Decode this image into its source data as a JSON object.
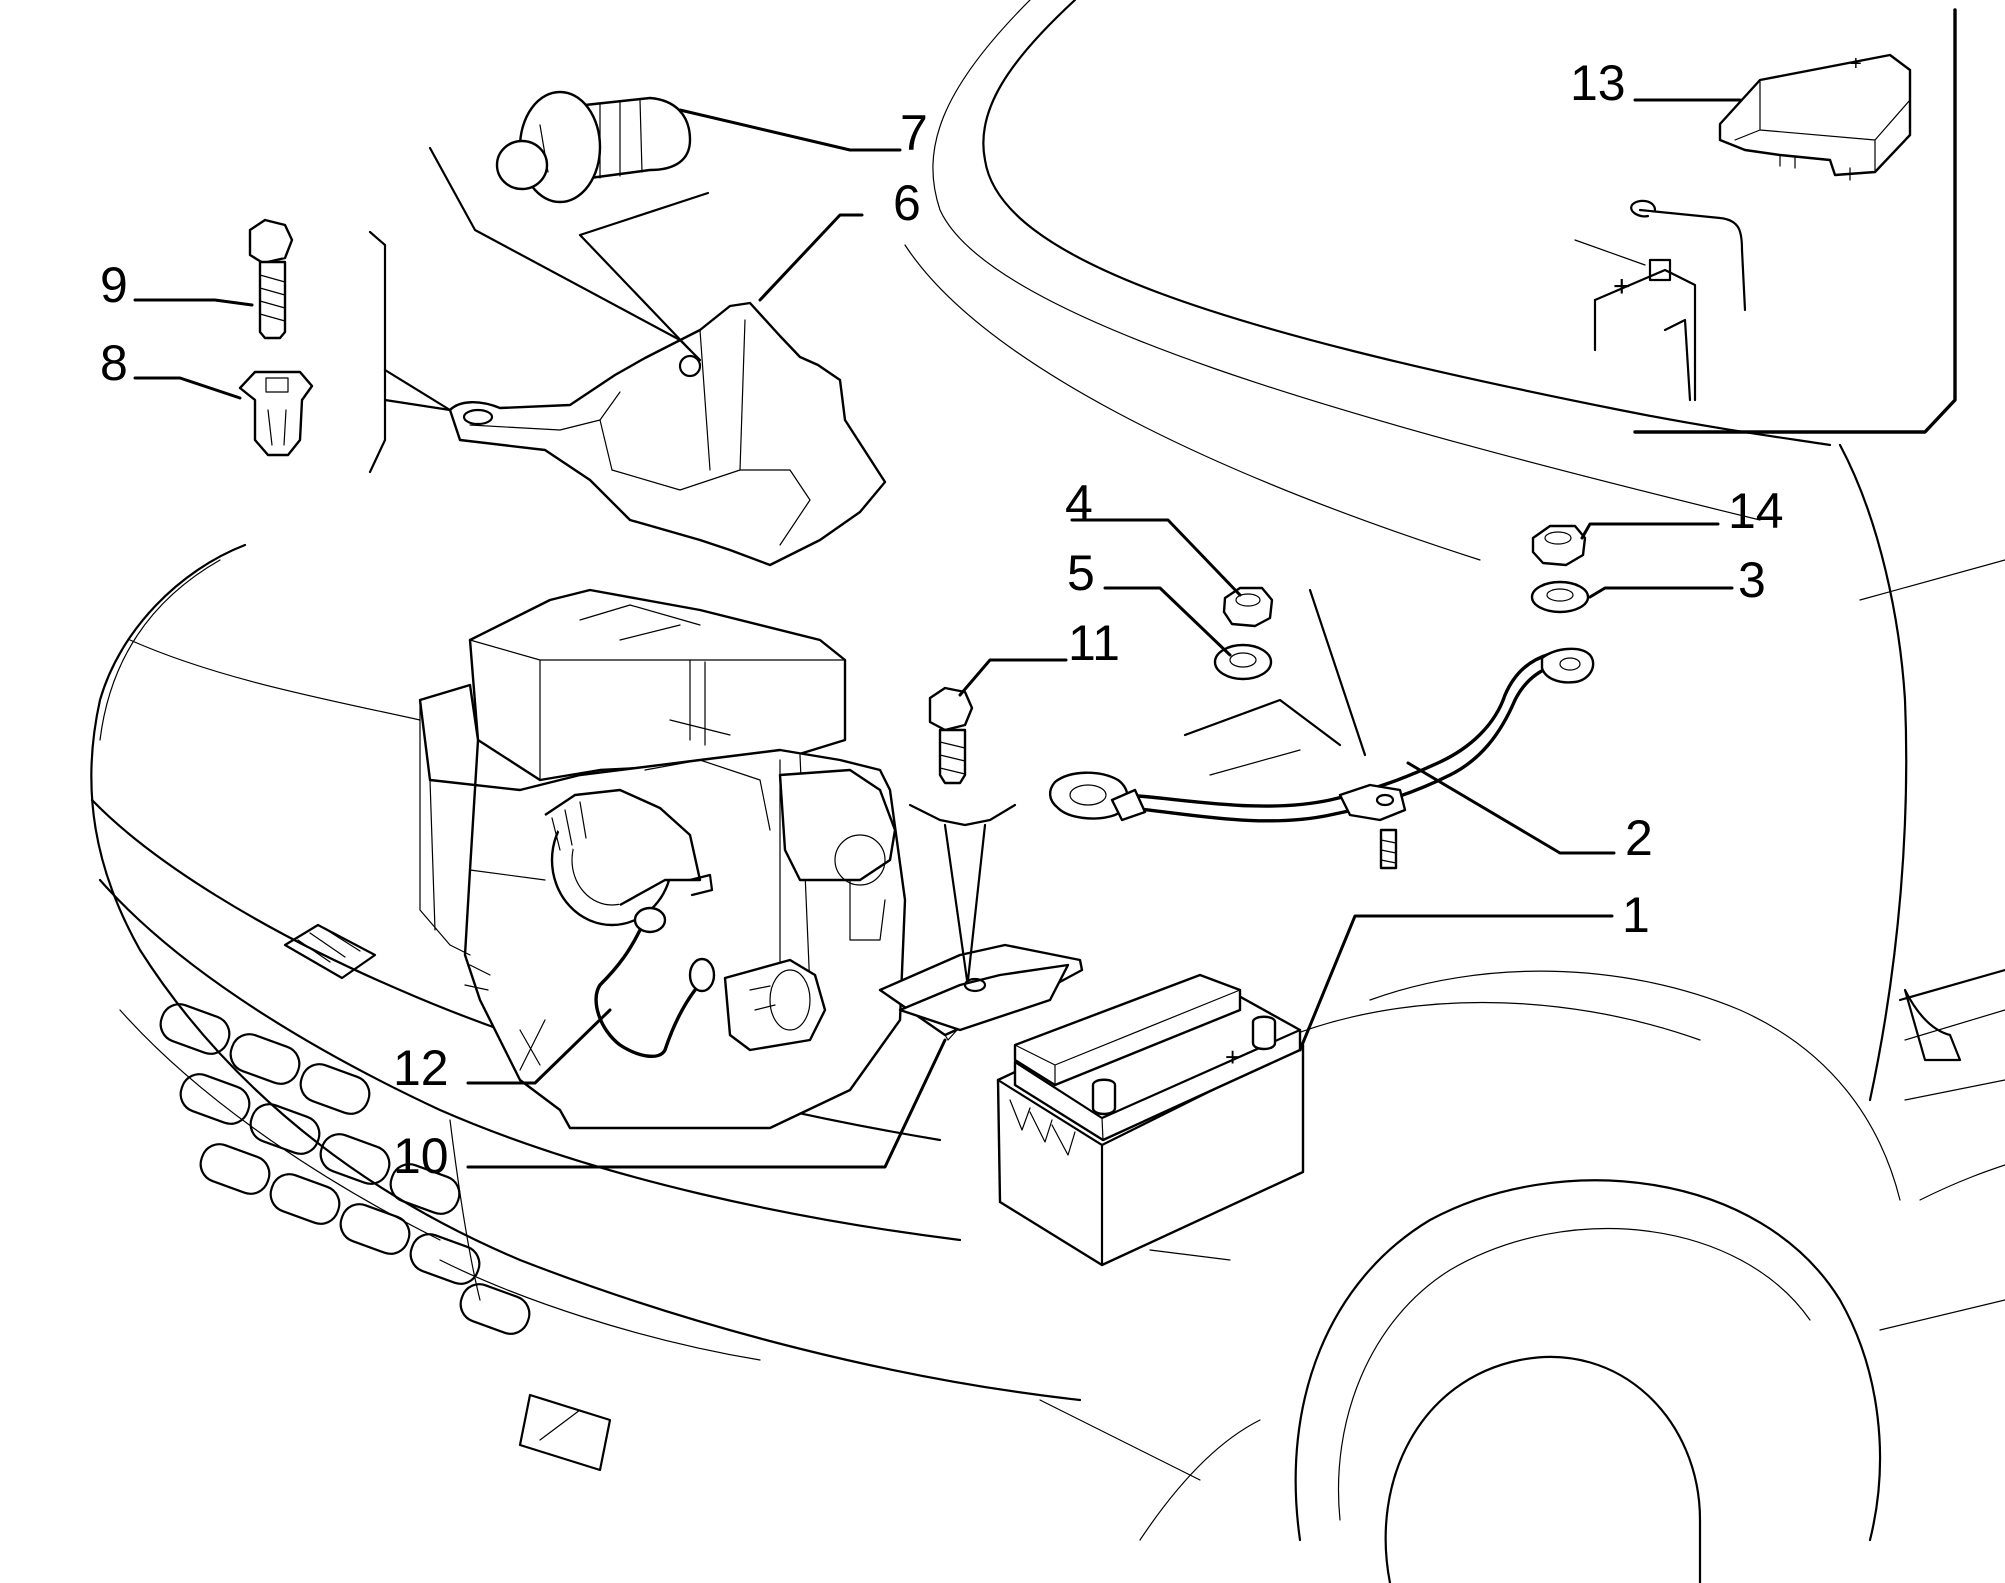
{
  "callouts": [
    {
      "id": "p1",
      "label": "1"
    },
    {
      "id": "p2",
      "label": "2"
    },
    {
      "id": "p3",
      "label": "3"
    },
    {
      "id": "p4",
      "label": "4"
    },
    {
      "id": "p5",
      "label": "5"
    },
    {
      "id": "p6",
      "label": "6"
    },
    {
      "id": "p7",
      "label": "7"
    },
    {
      "id": "p8",
      "label": "8"
    },
    {
      "id": "p9",
      "label": "9"
    },
    {
      "id": "p10",
      "label": "10"
    },
    {
      "id": "p11",
      "label": "11"
    },
    {
      "id": "p12",
      "label": "12"
    },
    {
      "id": "p13",
      "label": "13"
    },
    {
      "id": "p14",
      "label": "14"
    }
  ],
  "terminal_marks": {
    "battery_plus": "+",
    "inset_plus": "+",
    "cover_mark": "+"
  }
}
